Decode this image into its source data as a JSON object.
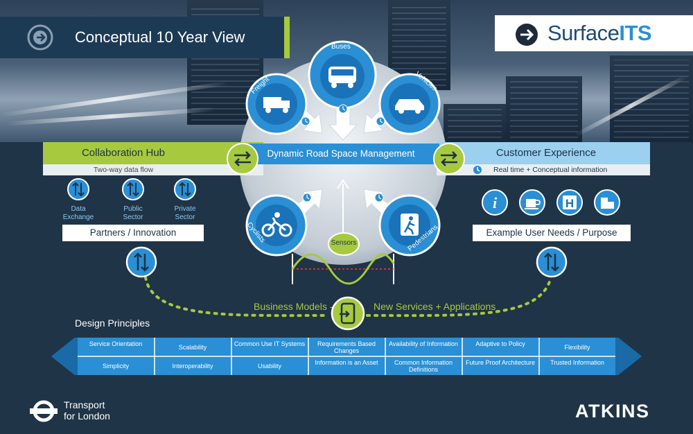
{
  "header": {
    "title": "Conceptual 10 Year View",
    "logo": {
      "plain": "Surface",
      "bold": "ITS",
      "icon": "arrow-circle-icon"
    }
  },
  "hub": {
    "title": "Collaboration Hub",
    "subtitle": "Two-way data flow",
    "items": [
      {
        "label": "Data Exchange",
        "icon": "two-way-arrows-icon"
      },
      {
        "label": "Public Sector",
        "icon": "two-way-arrows-icon"
      },
      {
        "label": "Private Sector",
        "icon": "two-way-arrows-icon"
      }
    ],
    "partners": "Partners / Innovation"
  },
  "center": {
    "title": "Dynamic Road Space Management",
    "modes": [
      {
        "label": "Freight",
        "icon": "truck-icon"
      },
      {
        "label": "Buses",
        "icon": "bus-icon"
      },
      {
        "label": "Vehicles",
        "icon": "car-icon"
      },
      {
        "label": "Cyclists",
        "icon": "bicycle-icon"
      },
      {
        "label": "Pedestrians",
        "icon": "pedestrian-icon"
      }
    ],
    "sensors": "Sensors"
  },
  "customer": {
    "title": "Customer Experience",
    "subtitle": "Real time + Conceptual information",
    "icons": [
      "info-icon",
      "coffee-cup-icon",
      "hospital-icon",
      "building-icon"
    ],
    "needs": "Example User Needs / Purpose"
  },
  "business": {
    "left": "Business Models -",
    "right": "New Services + Applications",
    "icon": "mobile-app-icon"
  },
  "principles": {
    "title": "Design Principles",
    "row1": [
      "Service Orientation",
      "Scalability",
      "Common Use IT Systems",
      "Requirements Based Changes",
      "Availability of Information",
      "Adaptive to Policy",
      "Flexibility"
    ],
    "row2": [
      "Simplicity",
      "Interoperability",
      "Usability",
      "Information is an Asset",
      "Common Information Definitions",
      "Future Proof Architecture",
      "Trusted Information"
    ]
  },
  "footer": {
    "tfl_line1": "Transport",
    "tfl_line2": "for London",
    "atkins": "ATKINS"
  },
  "colors": {
    "green": "#a7c93e",
    "blue": "#2a8fd4",
    "light_blue": "#9bd0ef",
    "navy": "#1d3a55"
  }
}
